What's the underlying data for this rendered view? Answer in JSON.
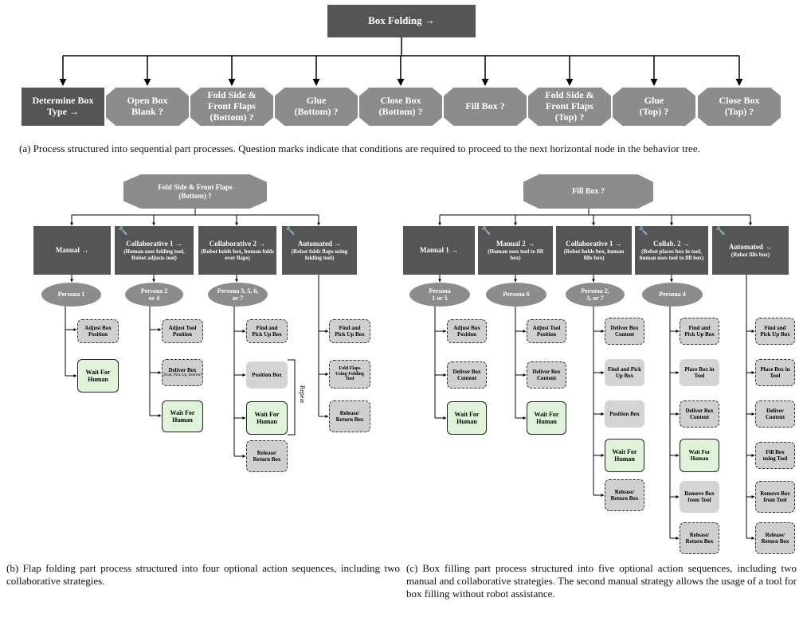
{
  "a": {
    "root": "Box Folding →",
    "steps": [
      "Determine Box Type →",
      "Open Box Blank ?",
      "Fold Side & Front Flaps (Bottom) ?",
      "Glue (Bottom) ?",
      "Close Box (Bottom) ?",
      "Fill Box ?",
      "Fold Side & Front Flaps (Top) ?",
      "Glue (Top) ?",
      "Close Box (Top) ?"
    ],
    "caption": "(a) Process structured into sequential part processes. Question marks indicate that conditions are required to proceed to the next horizontal node in the behavior tree."
  },
  "b": {
    "root": "Fold Side & Front Flaps (Bottom) ?",
    "seq": [
      {
        "title": "Manual →",
        "sub": ""
      },
      {
        "title": "Collaborative 1 →",
        "sub": "(Human uses folding tool, Robot adjusts tool)"
      },
      {
        "title": "Collaborative 2 →",
        "sub": "(Robot holds box, human folds over flaps)"
      },
      {
        "title": "Automated →",
        "sub": "(Robot folds flaps using folding tool)"
      }
    ],
    "personas": [
      "Persona 1",
      "Persona 2 or 4",
      "Persona 3, 5, 6, or 7"
    ],
    "actions": {
      "c1": [
        "Adjust Box Position",
        "Wait For Human"
      ],
      "c2": [
        "Adjust Tool Position",
        "Deliver Box",
        "(Find, Pick Up, Deliver)",
        "Wait For Human"
      ],
      "c3": [
        "Find and Pick Up Box",
        "Position Box",
        "Wait For Human",
        "Release/ Return Box"
      ],
      "c4": [
        "Find and Pick Up Box",
        "Fold Flaps Using Folding Tool",
        "Release/ Return Box"
      ]
    },
    "repeat": "Repeat",
    "caption": "(b) Flap folding part process structured into four optional action sequences, including two collaborative strategies."
  },
  "c": {
    "root": "Fill Box ?",
    "seq": [
      {
        "title": "Manual 1 →",
        "sub": ""
      },
      {
        "title": "Manual 2 →",
        "sub": "(Human uses tool to fill box)"
      },
      {
        "title": "Collaborative 1 →",
        "sub": "(Robot holds box, human fills box)"
      },
      {
        "title": "Collab. 2 →",
        "sub": "(Robot places box in tool, human uses tool to fill box)"
      },
      {
        "title": "Automated →",
        "sub": "(Robot fills box)"
      }
    ],
    "personas": [
      "Persona 1 or 5",
      "Persona 6",
      "Persona 2, 3, or 7",
      "Persona 4"
    ],
    "actions": {
      "c1": [
        "Adjust Box Position",
        "Deliver Box Content",
        "Wait For Human"
      ],
      "c2": [
        "Adjust Tool Position",
        "Deliver Box Content",
        "Wait For Human"
      ],
      "c3": [
        "Deliver Box Content",
        "Find and Pick Up Box",
        "Position Box",
        "Wait For Human",
        "Release/ Return Box"
      ],
      "c4": [
        "Find and Pick Up Box",
        "Place Box in Tool",
        "Deliver Box Content",
        "Wait For Human",
        "Remove Box from Tool",
        "Release/ Return Box"
      ],
      "c5": [
        "Find and Pick Up Box",
        "Place Box in Tool",
        "Deliver Content",
        "Fill Box using Tool",
        "Remove Box from Tool",
        "Release/ Return Box"
      ]
    },
    "caption": "(c) Box filling part process structured into five optional action sequences, including two manual and collaborative strategies. The second manual strategy allows the usage of a tool for box filling without robot assistance."
  }
}
